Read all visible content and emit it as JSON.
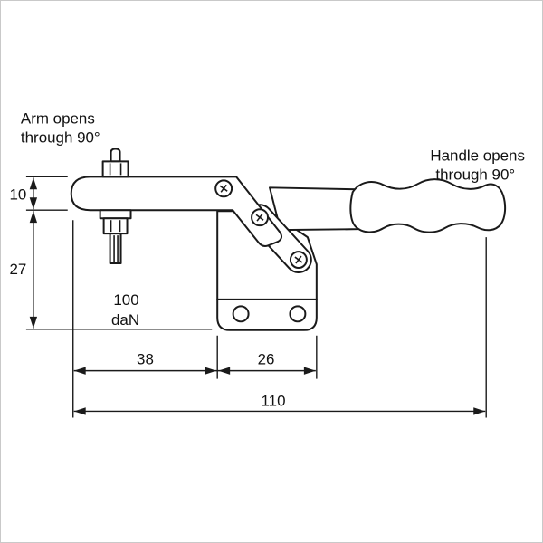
{
  "figure": {
    "title": "Toggle clamp technical drawing",
    "background": "#ffffff",
    "line_color": "#1a1a1a"
  },
  "annotations": {
    "arm_note": {
      "line1": "Arm opens",
      "line2": "through 90°"
    },
    "handle_note": {
      "line1": "Handle opens",
      "line2": "through 90°"
    },
    "force": {
      "value": "100",
      "unit": "daN"
    }
  },
  "dimensions": {
    "arm_thickness": "10",
    "height_under_arm": "27",
    "spindle_to_body": "38",
    "base_length": "26",
    "overall_length": "110"
  }
}
